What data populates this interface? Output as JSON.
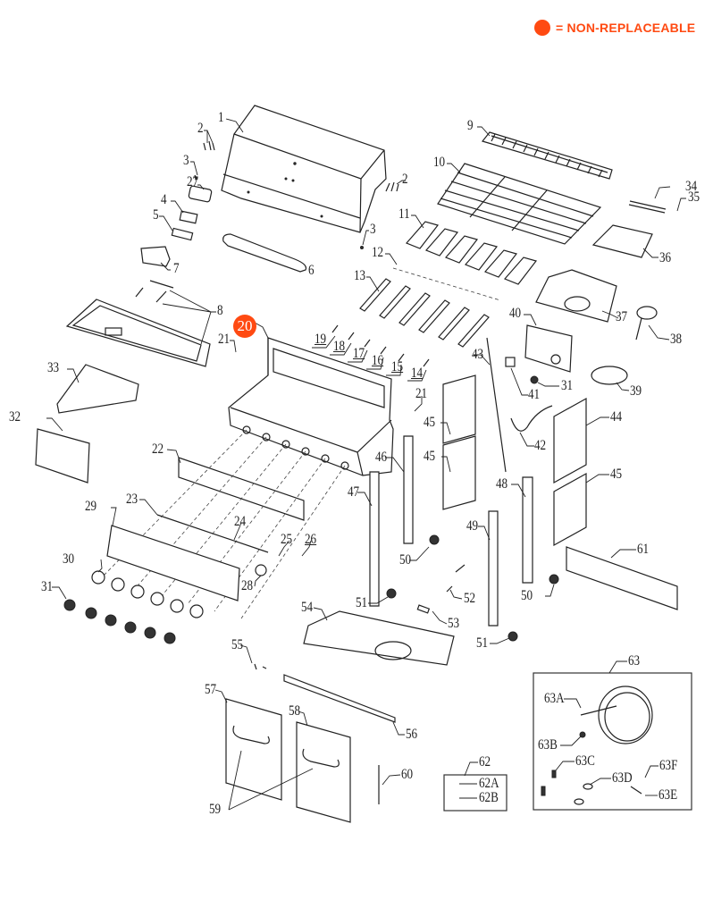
{
  "legend": {
    "marker_color": "#ff4a12",
    "text": "= NON-REPLACEABLE"
  },
  "non_replaceable_parts": [
    "20"
  ],
  "callouts": {
    "p1": "1",
    "p2a": "2",
    "p2b": "2",
    "p3a": "3",
    "p3b": "3",
    "p4": "4",
    "p5": "5",
    "p6": "6",
    "p7": "7",
    "p8": "8",
    "p9": "9",
    "p10": "10",
    "p11": "11",
    "p12": "12",
    "p13": "13",
    "p14": "14",
    "p15": "15",
    "p16": "16",
    "p17": "17",
    "p18": "18",
    "p19": "19",
    "p20": "20",
    "p21a": "21",
    "p21b": "21",
    "p22": "22",
    "p23": "23",
    "p24": "24",
    "p25": "25",
    "p26": "26",
    "p27": "27",
    "p28": "28",
    "p29": "29",
    "p30": "30",
    "p31a": "31",
    "p31b": "31",
    "p32": "32",
    "p33": "33",
    "p34": "34",
    "p35": "35",
    "p36": "36",
    "p37": "37",
    "p38": "38",
    "p39": "39",
    "p40": "40",
    "p41": "41",
    "p42": "42",
    "p43": "43",
    "p44": "44",
    "p45a": "45",
    "p45b": "45",
    "p45c": "45",
    "p46": "46",
    "p47": "47",
    "p48": "48",
    "p49": "49",
    "p50a": "50",
    "p50b": "50",
    "p51a": "51",
    "p51b": "51",
    "p52": "52",
    "p53": "53",
    "p54": "54",
    "p55": "55",
    "p56": "56",
    "p57": "57",
    "p58": "58",
    "p59": "59",
    "p60": "60",
    "p61": "61",
    "p62": "62",
    "p62a": "62A",
    "p62b": "62B",
    "p63": "63",
    "p63a": "63A",
    "p63b": "63B",
    "p63c": "63C",
    "p63d": "63D",
    "p63e": "63E",
    "p63f": "63F"
  }
}
